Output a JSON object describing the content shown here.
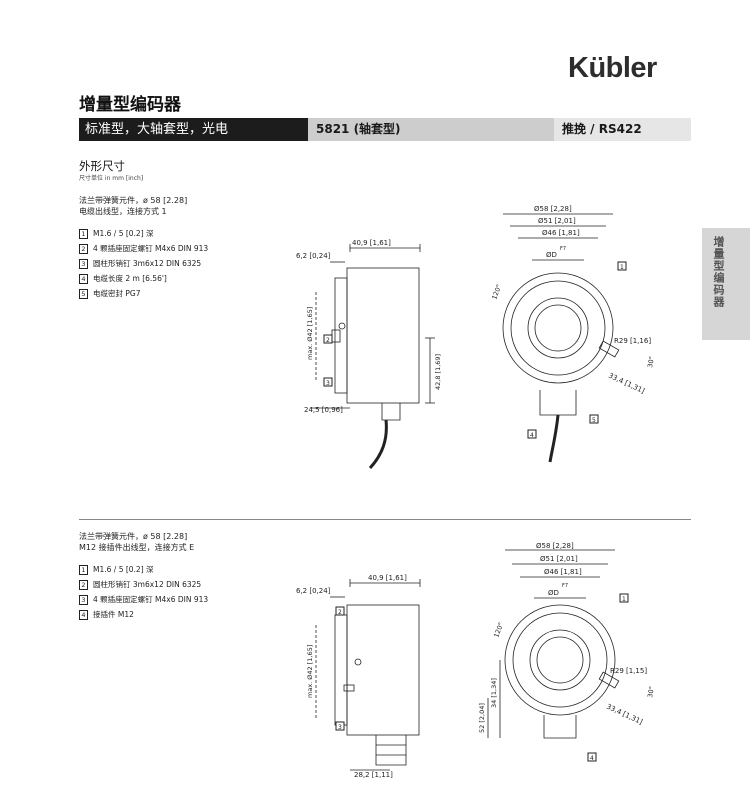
{
  "header": {
    "logo": "Kübler",
    "title": "增量型编码器",
    "bar_seg1": "标准型，大轴套型，光电",
    "bar_seg2": "5821 (轴套型)",
    "bar_seg3": "推挽 / RS422"
  },
  "side_tab": "增量型编码器",
  "dimensions": {
    "heading": "外形尺寸",
    "unit_note": "尺寸单位 in mm [inch]"
  },
  "section1": {
    "line1": "法兰带弹簧元件，ø 58 [2.28]",
    "line2": "电缆出线型，连接方式 1",
    "legend": [
      {
        "num": "1",
        "text": "M1.6 / 5 [0.2] 深"
      },
      {
        "num": "2",
        "text": "4 颗插座固定螺钉 M4x6 DIN 913"
      },
      {
        "num": "3",
        "text": "圆柱形销钉 3m6x12 DIN 6325"
      },
      {
        "num": "4",
        "text": "电缆长度 2 m [6.56']"
      },
      {
        "num": "5",
        "text": "电缆密封 PG7"
      }
    ],
    "side_dims": {
      "top_w": "40,9 [1,61]",
      "flange": "6,2 [0,24]",
      "bottom_w": "24,5 [0,96]",
      "dia42": "max. Ø42 [1,65]",
      "h42": "42,8 [1,69]"
    },
    "front_dims": {
      "d58": "Ø58 [2,28]",
      "d51": "Ø51 [2,01]",
      "d46": "Ø46 [1,81]",
      "dD": "ØD",
      "f7": "F7",
      "angle120": "120°",
      "r29": "R29 [1,16]",
      "angle30": "30°",
      "d33": "33,4 [1,31]"
    }
  },
  "section2": {
    "line1": "法兰带弹簧元件，ø 58 [2.28]",
    "line2": "M12 接插件出线型，连接方式 E",
    "legend": [
      {
        "num": "1",
        "text": "M1.6 / 5 [0.2] 深"
      },
      {
        "num": "2",
        "text": "圆柱形销钉 3m6x12 DIN 6325"
      },
      {
        "num": "3",
        "text": "4 颗插座固定螺钉 M4x6 DIN 913"
      },
      {
        "num": "4",
        "text": "接插件 M12"
      }
    ],
    "side_dims": {
      "top_w": "40,9 [1,61]",
      "flange": "6,2 [0,24]",
      "bottom_w": "28,2 [1,11]",
      "dia42": "max. Ø42 [1,65]"
    },
    "front_dims": {
      "d58": "Ø58 [2,28]",
      "d51": "Ø51 [2,01]",
      "d46": "Ø46 [1,81]",
      "dD": "ØD",
      "f7": "F7",
      "angle120": "120°",
      "r29": "R29 [1,15]",
      "angle30": "30°",
      "d33": "33,4 [1,31]",
      "h34": "34 [1,34]",
      "h52": "52 [2,04]"
    }
  },
  "callouts": {
    "c1": "1",
    "c2": "2",
    "c3": "3",
    "c4": "4",
    "c5": "5"
  }
}
